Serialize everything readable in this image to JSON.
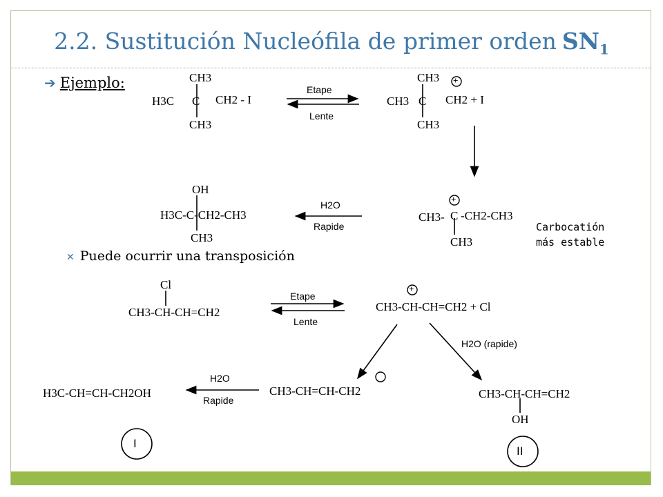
{
  "slide": {
    "title_main": "2.2. Sustitución Nucleófila de primer orden",
    "title_sn": "SN",
    "title_sub": "1",
    "ejemplo_label": "Ejemplo:",
    "bullet_text": "Puede ocurrir una transposición",
    "note_line1": "Carbocatión",
    "note_line2": "más estable"
  },
  "reaction1": {
    "r_top": "CH3",
    "r_left": "H3C",
    "r_c": "C",
    "r_right": "CH2 - I",
    "r_bottom": "CH3",
    "arrow_top": "Etape",
    "arrow_bottom": "Lente",
    "p_top": "CH3",
    "p_left": "CH3",
    "p_c": "C",
    "p_right": "CH2 + I",
    "p_bottom": "CH3",
    "plus_sign": "+"
  },
  "reaction2": {
    "c_left": "CH3-",
    "c_c": "C",
    "c_right": "-CH2-CH3",
    "c_bottom": "CH3",
    "plus_sign": "+",
    "arrow_top": "H2O",
    "arrow_bottom": "Rapide",
    "p_top": "OH",
    "p_line": "H3C-C-CH2-CH3",
    "p_bottom": "CH3"
  },
  "reaction3": {
    "r_top": "Cl",
    "r_line": "CH3-CH-CH=CH2",
    "arrow_top": "Etape",
    "arrow_bottom": "Lente",
    "p_line": "CH3-CH-CH=CH2 + Cl",
    "plus_sign": "+",
    "right_arrow_label": "H2O  (rapide)",
    "allyl": "CH3-CH=CH-CH2",
    "arrow_left_top": "H2O",
    "arrow_left_bottom": "Rapide",
    "prod1": "H3C-CH=CH-CH2OH",
    "prod1_label": "I",
    "prod2_line": "CH3-CH-CH=CH2",
    "prod2_oh": "OH",
    "prod2_label": "II"
  }
}
